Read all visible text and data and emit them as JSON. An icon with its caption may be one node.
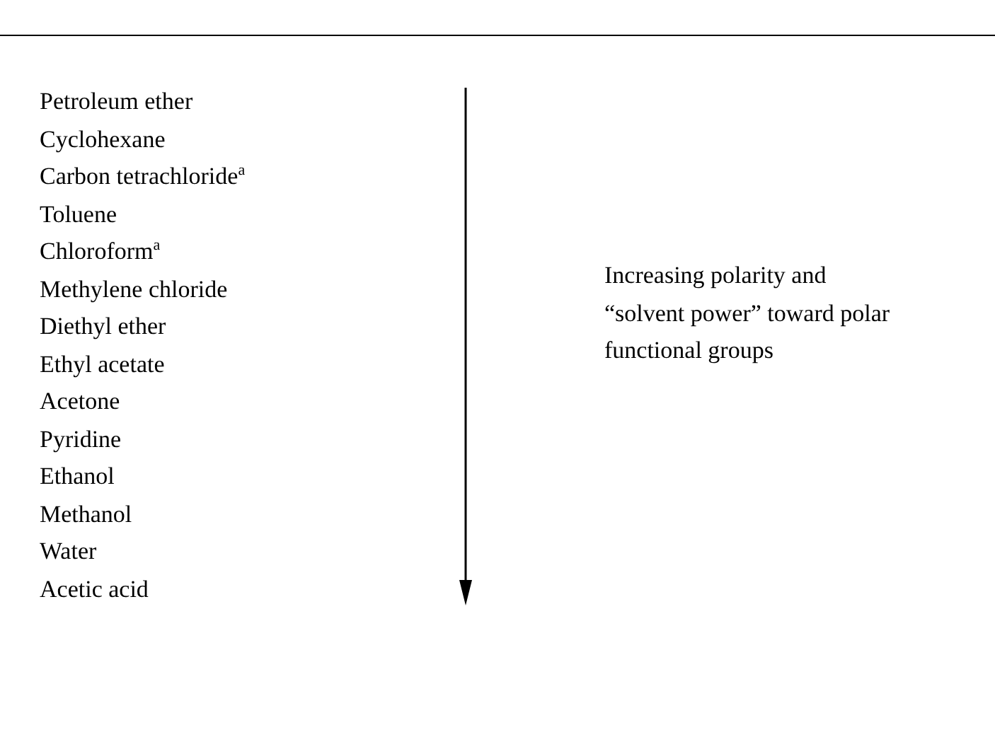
{
  "diagram": {
    "labels": [
      "Petroleum ether",
      "Cyclohexane",
      "Carbon tetrachloride$^{a}$",
      "Toluene",
      "Chloroform$^{a}$",
      "Methylene chloride",
      "Diethyl ether",
      "Ethyl acetate",
      "Acetone",
      "Pyridine",
      "Ethanol",
      "Methanol",
      "Water",
      "Acetic acid",
      "Increasing polarity and “solvent power” toward polar functional groups"
    ]
  }
}
